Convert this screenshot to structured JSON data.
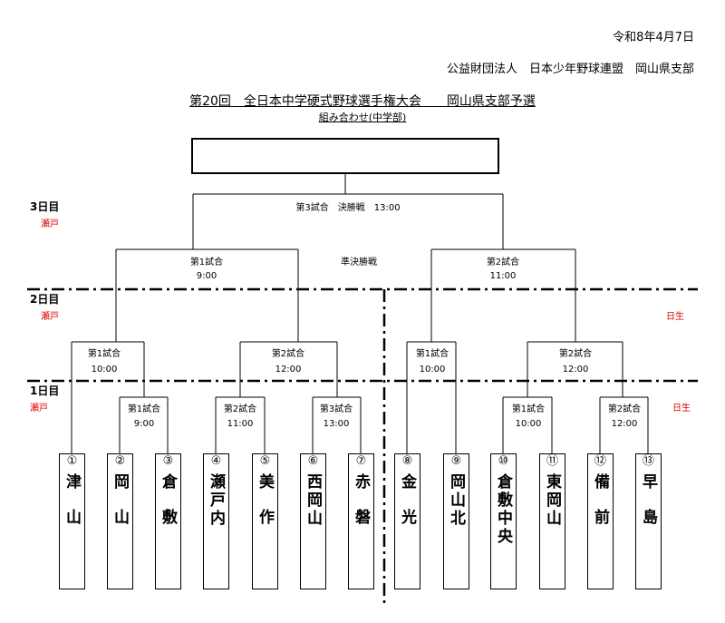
{
  "header": {
    "date": "令和8年4月7日",
    "organization": "公益財団法人　日本少年野球連盟　岡山県支部",
    "title": "第20回　全日本中学硬式野球選手権大会　　岡山県支部予選",
    "subtitle": "組み合わせ(中学部)"
  },
  "days": {
    "day3": {
      "label": "3日目",
      "venue": "瀬戸"
    },
    "day2": {
      "label": "2日目",
      "venue_left": "瀬戸",
      "venue_right": "日生"
    },
    "day1": {
      "label": "1日目",
      "venue_left": "瀬戸",
      "venue_right": "日生"
    }
  },
  "final": {
    "label": "第3試合　決勝戦　13:00"
  },
  "semifinal_label": "準決勝戦",
  "semifinals": [
    {
      "match": "第1試合",
      "time": "9:00"
    },
    {
      "match": "第2試合",
      "time": "11:00"
    }
  ],
  "day2_matches": [
    {
      "match": "第1試合",
      "time": "10:00"
    },
    {
      "match": "第2試合",
      "time": "12:00"
    },
    {
      "match": "第1試合",
      "time": "10:00"
    },
    {
      "match": "第2試合",
      "time": "12:00"
    }
  ],
  "day1_matches": [
    {
      "match": "第1試合",
      "time": "9:00"
    },
    {
      "match": "第2試合",
      "time": "11:00"
    },
    {
      "match": "第3試合",
      "time": "13:00"
    },
    {
      "match": "第1試合",
      "time": "10:00"
    },
    {
      "match": "第2試合",
      "time": "12:00"
    }
  ],
  "teams": [
    {
      "num": "①",
      "name": "津山"
    },
    {
      "num": "②",
      "name": "岡山"
    },
    {
      "num": "③",
      "name": "倉敷"
    },
    {
      "num": "④",
      "name": "瀬戸内"
    },
    {
      "num": "⑤",
      "name": "美作"
    },
    {
      "num": "⑥",
      "name": "西岡山"
    },
    {
      "num": "⑦",
      "name": "赤磐"
    },
    {
      "num": "⑧",
      "name": "金光"
    },
    {
      "num": "⑨",
      "name": "岡山北"
    },
    {
      "num": "⑩",
      "name": "倉敷中央"
    },
    {
      "num": "⑪",
      "name": "東岡山"
    },
    {
      "num": "⑫",
      "name": "備前"
    },
    {
      "num": "⑬",
      "name": "早島"
    }
  ]
}
